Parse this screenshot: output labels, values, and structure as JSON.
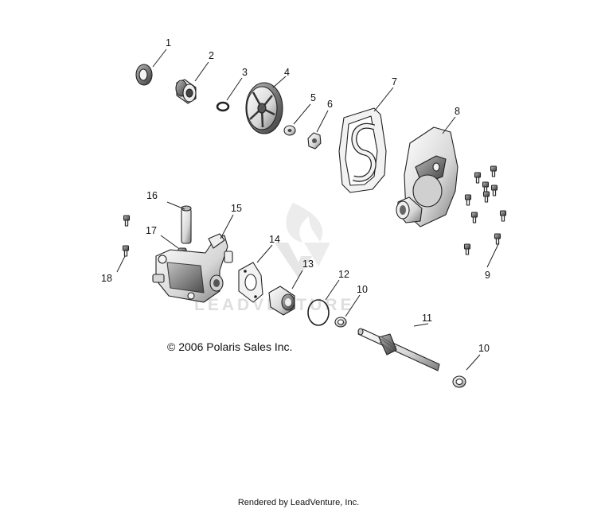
{
  "copyright": "© 2006 Polaris Sales Inc.",
  "credit": "Rendered by LeadVenture, Inc.",
  "watermark": "LEADVENTURE",
  "callouts": [
    "1",
    "2",
    "3",
    "4",
    "5",
    "6",
    "7",
    "8",
    "9",
    "10",
    "10",
    "11",
    "12",
    "13",
    "14",
    "15",
    "16",
    "17",
    "18"
  ],
  "colors": {
    "line": "#222222",
    "watermark": "#dedede",
    "shade": "#777777"
  }
}
